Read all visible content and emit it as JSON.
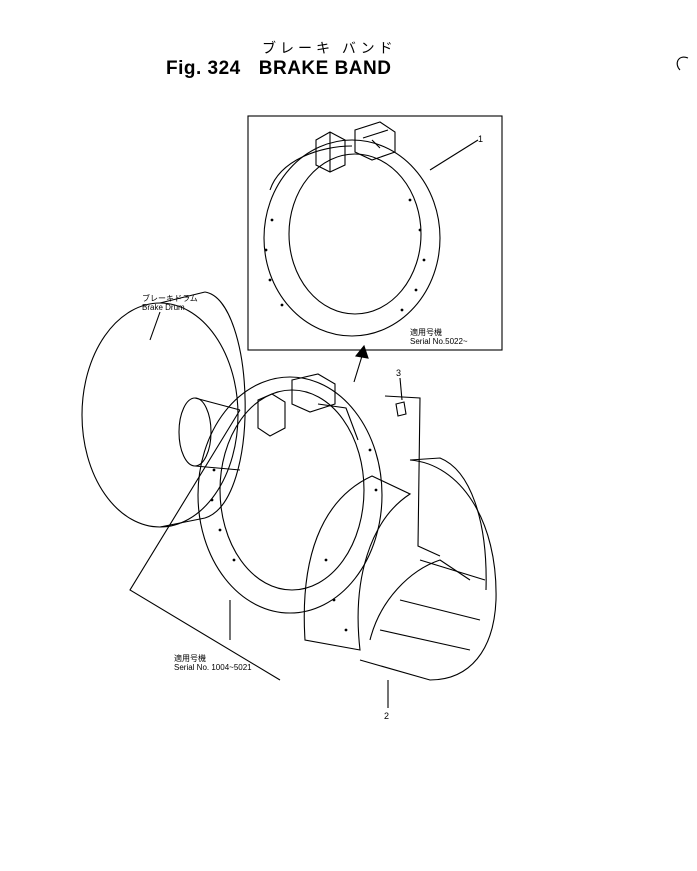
{
  "header": {
    "title_jp": "ブレーキ バンド",
    "fig_number": "Fig. 324",
    "fig_title": "BRAKE BAND"
  },
  "callouts": {
    "brake_drum_jp": "ブレーキドラム",
    "brake_drum": "Brake Drum",
    "applicable_jp_top": "適用号機",
    "serial_top": "Serial No.5022~",
    "applicable_jp_bottom": "適用号機",
    "serial_bottom": "Serial No. 1004~5021"
  },
  "part_numbers": [
    "1",
    "2",
    "3"
  ]
}
